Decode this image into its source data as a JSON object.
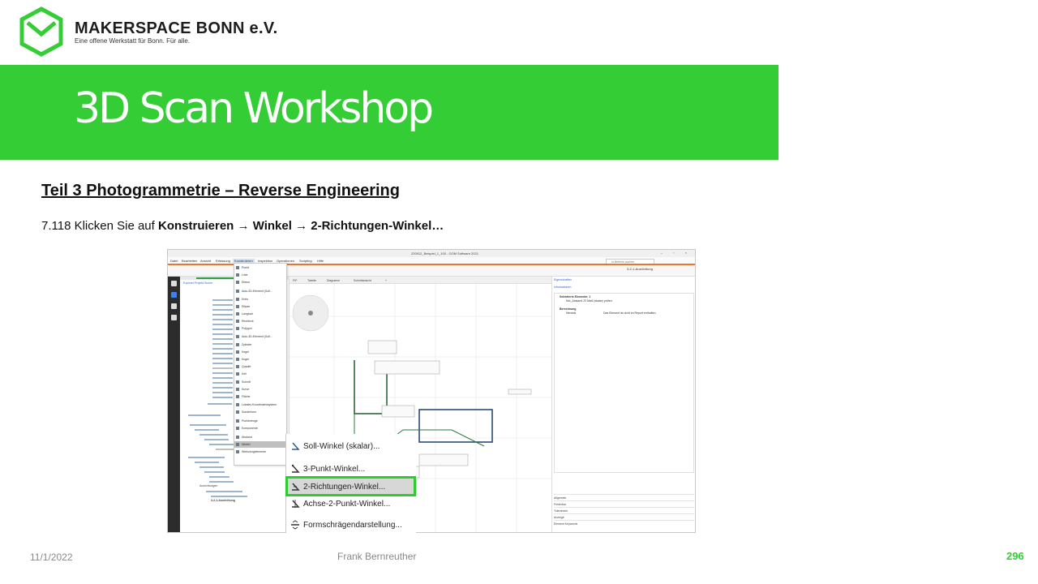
{
  "header": {
    "org_name": "MAKERSPACE BONN e.V.",
    "tagline": "Eine offene Werkstatt für Bonn. Für alle.",
    "title": "3D Scan Workshop"
  },
  "colors": {
    "brand_green": "#35cd35",
    "highlight_frame": "#2fcc2f",
    "accent_orange": "#e8772e"
  },
  "content": {
    "section_heading": "Teil 3  Photogrammetrie  – Reverse Engineering",
    "instruction_prefix": "7.118 Klicken Sie auf ",
    "step1": "Konstruieren",
    "arrow": "→",
    "step2": "Winkel",
    "step3": "2-Richtungen-Winkel…"
  },
  "screenshot": {
    "window_title": "220912_Beispiel_1_100 - GOM Software 2021",
    "menu": [
      "Datei",
      "Bearbeiten",
      "Ansicht",
      "Erfassung",
      "Konstruieren",
      "Inspektion",
      "Operationen",
      "Scripting",
      "Hilfe"
    ],
    "search_placeholder": "In Befehle suchen",
    "alignment_tab": "3-2-1-Ausrichtung",
    "explorer_tabs": "Explorer    Projekt-Suche",
    "view_tabs": [
      "FIP",
      "Tabelle",
      "Diagramm",
      "Schnittansicht",
      "+"
    ],
    "dropdown_items": [
      "Punkt",
      "Linie",
      "Ebene",
      "Auto-2D-Element (Soll…",
      "Kreis",
      "Ellipse",
      "Langloch",
      "Rechteck",
      "Polygon",
      "Auto-3D-Element (Soll…",
      "Zylinder",
      "Kegel",
      "Kugel",
      "Quader",
      "Keil",
      "Schnitt",
      "Kurve",
      "Fläche",
      "Lokales Koordinatensystem",
      "Sonderform",
      "Punktmenge",
      "Komponente",
      "Abstand",
      "Winkel",
      "Werkzeugelemente"
    ],
    "properties_tabs": "Eigenschaften",
    "properties_info": "Informationen",
    "selected_label": "Selektierte Elemente: 1",
    "selected_item": "Nut_Abstand Z2    Maß (skalar) prüfen",
    "calc_label": "Berechnung",
    "calc_hint": "Hinweis",
    "calc_msg": "Das Element ist nicht im Report enthalten.",
    "footer_rows": [
      "Allgemein",
      "Fehlerbar",
      "Toleranzen",
      "Anzeige",
      "Element Keywords"
    ],
    "tree_title": "Ausrichtungen",
    "tree_label_alignment": "3-2-1-Ausrichtung"
  },
  "submenu": {
    "items": [
      "Soll-Winkel (skalar)...",
      "3-Punkt-Winkel...",
      "2-Richtungen-Winkel...",
      "Achse-2-Punkt-Winkel...",
      "Formschrägendarstellung..."
    ],
    "selected_index": 2
  },
  "footer": {
    "date": "11/1/2022",
    "author": "Frank Bernreuther",
    "page": "296"
  }
}
